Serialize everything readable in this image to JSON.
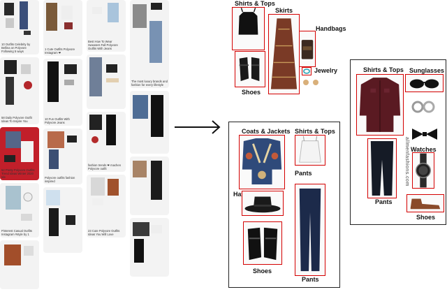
{
  "arrow_icon": "right-arrow-icon",
  "pin_board": {
    "captions": [
      "10 Outfits Celebrity by Bellina on Polyvore Following 5 ways",
      "1 Cute Outfits Polyvore Instagram ❤",
      "Best How To Wear Sweaters Fall Polyvore Outfits With Jeans",
      "58 Daily Polyvore Outfit Ideas To Inspire You",
      "10 Fun Outfits With Polyvore Jeans",
      "The most luxury brands and fashion for every lifestyle",
      "52 Pretty Polyvore Outfits Trend Ideas Winter 2020 Ide",
      "Polyvore outfits fashion inspired",
      "fashion trends ❤ machen Polyvore outfit",
      "Pinterest Casual Outfits Instagram #style by 1",
      "23 Cute Polyvore Outfits Ideas You Will Love"
    ]
  },
  "panel_1": {
    "labels": {
      "shirts_tops": "Shirts & Tops",
      "skirts": "Skirts",
      "handbags": "Handbags",
      "jewelry": "Jewelry",
      "shoes": "Shoes"
    }
  },
  "panel_2": {
    "labels": {
      "coats_jackets": "Coats & Jackets",
      "shirts_tops": "Shirts & Tops",
      "pants": "Pants",
      "hats": "Hats",
      "shoes": "Shoes",
      "pants_bottom": "Pants"
    }
  },
  "panel_3": {
    "labels": {
      "shirts_tops": "Shirts & Tops",
      "sunglasses": "Sunglasses",
      "watches": "Watches",
      "pants": "Pants",
      "shoes": "Shoes"
    },
    "watermark": "allmenfashions.com"
  },
  "colors": {
    "bbox_red": "#d40000",
    "frame": "#222222",
    "shirt_burgundy": "#5a1a22",
    "denim": "#1c2a4a",
    "kimono_blue": "#2f4a7a",
    "skirt_brown": "#7a3a26"
  }
}
